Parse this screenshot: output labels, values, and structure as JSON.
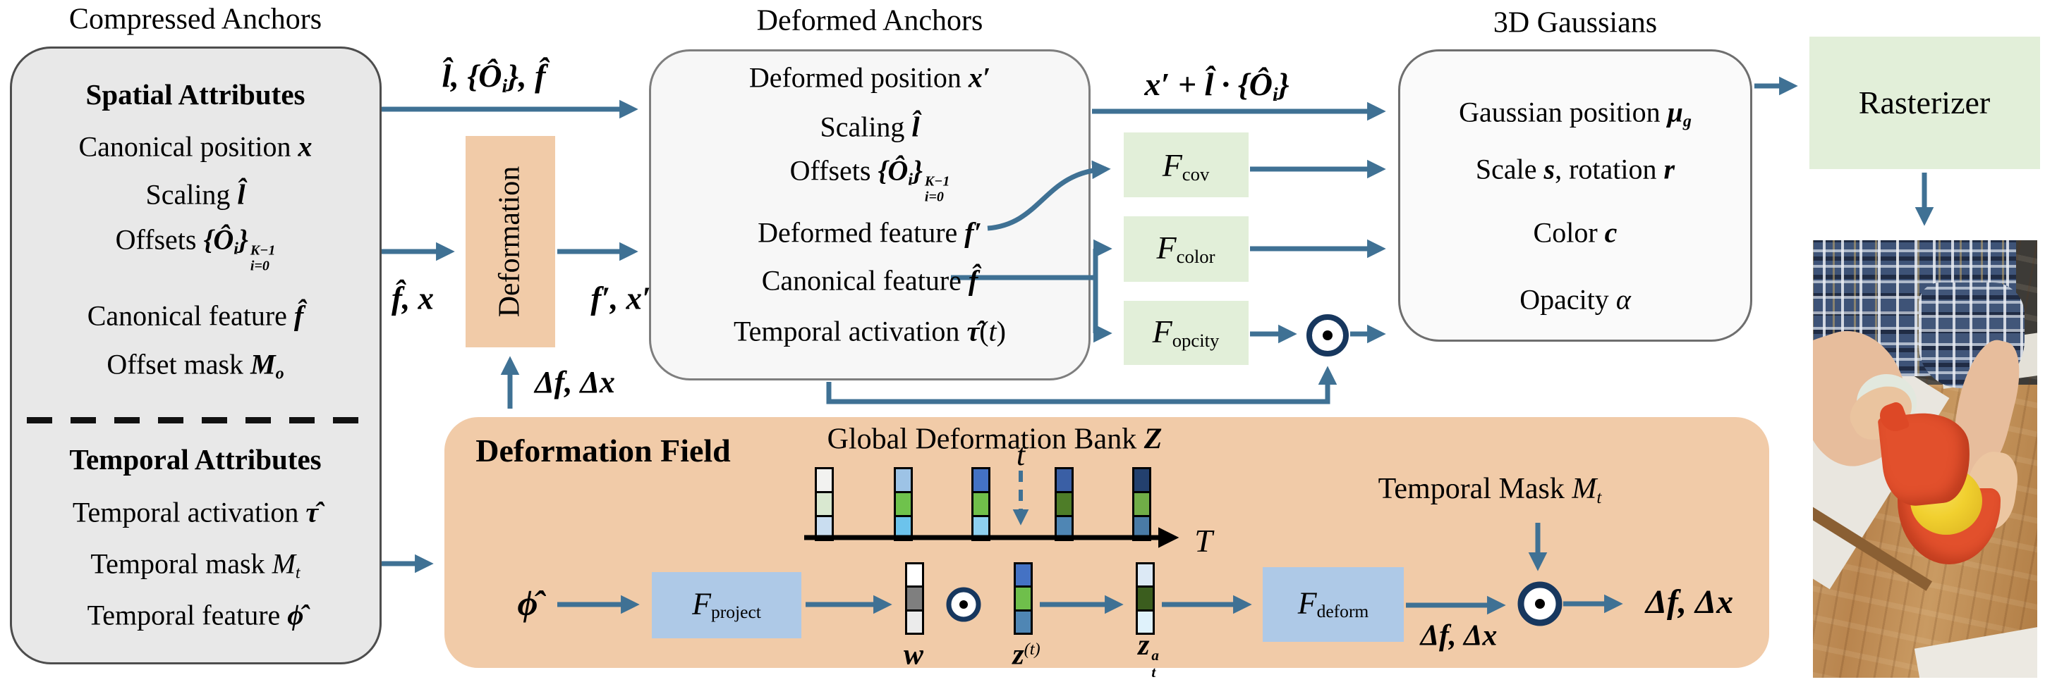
{
  "compressed_anchors": {
    "title": "Compressed Anchors",
    "items": [
      {
        "segs": [
          {
            "t": "Spatial Attributes",
            "c": "hdr"
          }
        ]
      },
      {
        "segs": [
          {
            "t": "Canonical position ",
            "c": "rm"
          },
          {
            "t": "x",
            "c": "bi"
          }
        ]
      },
      {
        "segs": [
          {
            "t": "Scaling ",
            "c": "rm"
          },
          {
            "t": "l̂",
            "c": "bi"
          }
        ]
      },
      {
        "segs": [
          {
            "t": "Offsets ",
            "c": "rm"
          },
          {
            "t": "{Ô",
            "c": "bi"
          },
          {
            "t": "i",
            "c": "bisub"
          },
          {
            "t": "}",
            "c": "bi"
          },
          {
            "t": [
              "K−1",
              "i=0"
            ],
            "c": "stack"
          }
        ]
      },
      {
        "segs": [
          {
            "t": "Canonical feature ",
            "c": "rm"
          },
          {
            "t": "f̂",
            "c": "bi"
          }
        ]
      },
      {
        "segs": [
          {
            "t": "Offset mask ",
            "c": "rm"
          },
          {
            "t": "M",
            "c": "bi"
          },
          {
            "t": "o",
            "c": "bisub"
          }
        ]
      },
      {
        "segs": [
          {
            "t": "Temporal Attributes",
            "c": "hdr"
          }
        ]
      },
      {
        "segs": [
          {
            "t": "Temporal activation ",
            "c": "rm"
          },
          {
            "t": "τ̂",
            "c": "bi"
          }
        ]
      },
      {
        "segs": [
          {
            "t": "Temporal mask ",
            "c": "rm"
          },
          {
            "t": "M",
            "c": "it"
          },
          {
            "t": "t",
            "c": "itsub"
          }
        ]
      },
      {
        "segs": [
          {
            "t": "Temporal feature ",
            "c": "rm"
          },
          {
            "t": "ϕ̂",
            "c": "bi"
          }
        ]
      }
    ]
  },
  "deformation_module": {
    "label": "Deformation"
  },
  "deformed_anchors": {
    "title": "Deformed Anchors",
    "items": [
      {
        "segs": [
          {
            "t": "Deformed position ",
            "c": "rm"
          },
          {
            "t": "x′",
            "c": "bi"
          }
        ]
      },
      {
        "segs": [
          {
            "t": "Scaling ",
            "c": "rm"
          },
          {
            "t": "l̂",
            "c": "bi"
          }
        ]
      },
      {
        "segs": [
          {
            "t": "Offsets ",
            "c": "rm"
          },
          {
            "t": "{Ô",
            "c": "bi"
          },
          {
            "t": "i",
            "c": "bisub"
          },
          {
            "t": "}",
            "c": "bi"
          },
          {
            "t": [
              "K−1",
              "i=0"
            ],
            "c": "stack"
          }
        ]
      },
      {
        "segs": [
          {
            "t": "Deformed feature ",
            "c": "rm"
          },
          {
            "t": "f′",
            "c": "bi"
          }
        ]
      },
      {
        "segs": [
          {
            "t": "Canonical feature ",
            "c": "rm"
          },
          {
            "t": "f̂",
            "c": "bi"
          }
        ]
      },
      {
        "segs": [
          {
            "t": "Temporal activation ",
            "c": "rm"
          },
          {
            "t": "τ̂",
            "c": "bi"
          },
          {
            "t": "(",
            "c": "rm"
          },
          {
            "t": "t",
            "c": "it"
          },
          {
            "t": ")",
            "c": "rm"
          }
        ]
      }
    ]
  },
  "edge_labels": {
    "anchors_to_deformed": [
      {
        "t": "l̂, {Ô",
        "c": "bi"
      },
      {
        "t": "i",
        "c": "bisub"
      },
      {
        "t": "}, f̂",
        "c": "bi"
      }
    ],
    "f_x": [
      {
        "t": "f̂, x",
        "c": "bi"
      }
    ],
    "fp_xp": [
      {
        "t": "f′, x′",
        "c": "bi"
      }
    ],
    "df_dx_up": [
      {
        "t": "Δf, Δx",
        "c": "bi"
      }
    ],
    "pos_sum": [
      {
        "t": "x′ + l̂ · {Ô",
        "c": "bi"
      },
      {
        "t": "i",
        "c": "bisub"
      },
      {
        "t": "}",
        "c": "bi"
      }
    ],
    "df_dx_mid": [
      {
        "t": "Δf, Δx",
        "c": "bi"
      }
    ],
    "df_dx_out": [
      {
        "t": "Δf, Δx",
        "c": "bi"
      }
    ]
  },
  "mlps": {
    "cov": [
      {
        "t": "F",
        "c": "it"
      },
      {
        "t": "cov",
        "c": "sub"
      }
    ],
    "color": [
      {
        "t": "F",
        "c": "it"
      },
      {
        "t": "color",
        "c": "sub"
      }
    ],
    "opcity": [
      {
        "t": "F",
        "c": "it"
      },
      {
        "t": "opcity",
        "c": "sub"
      }
    ],
    "project": [
      {
        "t": "F",
        "c": "it"
      },
      {
        "t": "project",
        "c": "sub"
      }
    ],
    "deform": [
      {
        "t": "F",
        "c": "it"
      },
      {
        "t": "deform",
        "c": "sub"
      }
    ]
  },
  "gaussians": {
    "title": "3D Gaussians",
    "items": [
      {
        "segs": [
          {
            "t": "Gaussian position ",
            "c": "rm"
          },
          {
            "t": "μ",
            "c": "bi"
          },
          {
            "t": "g",
            "c": "bisub"
          }
        ]
      },
      {
        "segs": [
          {
            "t": "Scale ",
            "c": "rm"
          },
          {
            "t": "s",
            "c": "bi"
          },
          {
            "t": ", rotation ",
            "c": "rm"
          },
          {
            "t": "r",
            "c": "bi"
          }
        ]
      },
      {
        "segs": [
          {
            "t": "Color ",
            "c": "rm"
          },
          {
            "t": "c",
            "c": "bi"
          }
        ]
      },
      {
        "segs": [
          {
            "t": "Opacity ",
            "c": "rm"
          },
          {
            "t": "α",
            "c": "it"
          }
        ]
      }
    ]
  },
  "rasterizer": {
    "label": "Rasterizer"
  },
  "deformation_field": {
    "title": "Deformation Field",
    "bank_title": [
      {
        "t": "Global Deformation Bank ",
        "c": "rm"
      },
      {
        "t": "Z",
        "c": "bi"
      }
    ],
    "t_label": [
      {
        "t": "t",
        "c": "it"
      }
    ],
    "T_label": [
      {
        "t": "T",
        "c": "it"
      }
    ],
    "mask_label": [
      {
        "t": "Temporal Mask ",
        "c": "rm"
      },
      {
        "t": "M",
        "c": "it"
      },
      {
        "t": "t",
        "c": "itsub"
      }
    ],
    "phi_label": [
      {
        "t": "ϕ̂",
        "c": "bi"
      }
    ],
    "w_label": [
      {
        "t": "w",
        "c": "bi"
      }
    ],
    "zt_label": [
      {
        "t": "z",
        "c": "bi"
      },
      {
        "t": "(t)",
        "c": "sup"
      }
    ],
    "zta_label": [
      {
        "t": "z",
        "c": "bi"
      },
      {
        "t": [
          "a",
          "t"
        ],
        "c": "stack"
      }
    ],
    "bank_bars": [
      {
        "cells": [
          "#f2f2f0",
          "#d9e8d0",
          "#c9ddf0"
        ]
      },
      {
        "cells": [
          "#9dc3e6",
          "#6fc24c",
          "#6cc3ec"
        ]
      },
      {
        "cells": [
          "#4472c4",
          "#70bf4a",
          "#8ed0f0"
        ]
      },
      {
        "cells": [
          "#3a5fa5",
          "#4e7d28",
          "#4f86b4"
        ]
      },
      {
        "cells": [
          "#23406e",
          "#70ad47",
          "#4a7ba6"
        ]
      }
    ],
    "w_cells": [
      "#ffffff",
      "#7f7f7f",
      "#ebebeb"
    ],
    "zt_cells": [
      "#4472c4",
      "#6fbf4b",
      "#4f86b4"
    ],
    "zta_cells": [
      "#dce9f5",
      "#3b5d1e",
      "#dff2fb"
    ]
  },
  "colors": {
    "arrow": "#3f7194",
    "axis": "#000000",
    "operator_ring": "#17375e",
    "panel_gray": "#e8e8e8",
    "panel_light": "#f7f7f7",
    "module_orange": "#f1cba8",
    "module_green": "#e2efd9",
    "module_blue": "#aec9e7"
  }
}
